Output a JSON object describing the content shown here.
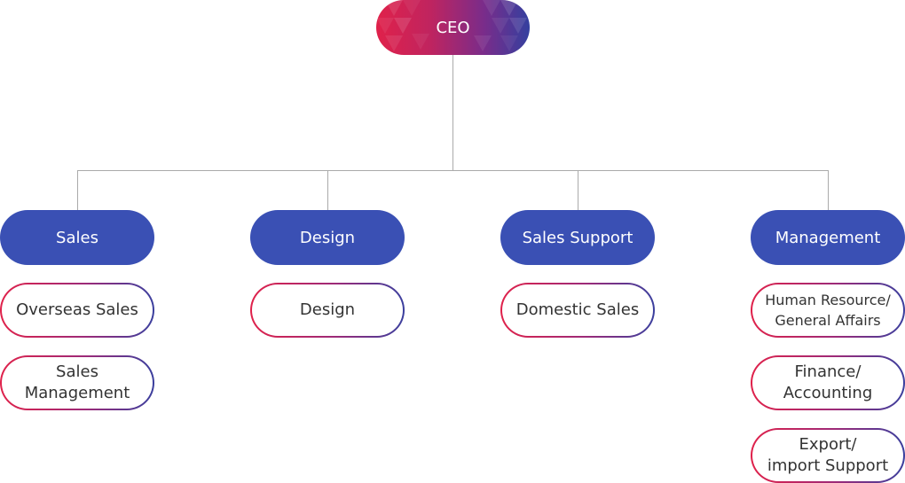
{
  "ceo": {
    "label": "CEO"
  },
  "departments": [
    {
      "label": "Sales",
      "teams": [
        {
          "label": "Overseas Sales"
        },
        {
          "label": "Sales\nManagement"
        }
      ]
    },
    {
      "label": "Design",
      "teams": [
        {
          "label": "Design"
        }
      ]
    },
    {
      "label": "Sales Support",
      "teams": [
        {
          "label": "Domestic Sales"
        }
      ]
    },
    {
      "label": "Management",
      "teams": [
        {
          "label": "Human Resource/\nGeneral Affairs"
        },
        {
          "label": "Finance/\nAccounting"
        },
        {
          "label": "Export/\nimport Support"
        }
      ]
    }
  ],
  "colors": {
    "department_fill": "#3a50b4",
    "gradient_start": "#e0214a",
    "gradient_end": "#34409f",
    "connector": "#aaaaaa",
    "team_text": "#333333"
  }
}
